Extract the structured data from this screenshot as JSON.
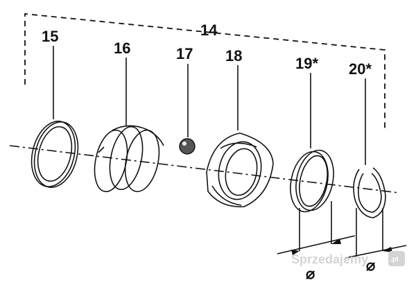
{
  "diagram": {
    "labels": {
      "group": "14",
      "p15": "15",
      "p16": "16",
      "p17": "17",
      "p18": "18",
      "p19": "19*",
      "p20": "20*"
    },
    "dimension_symbol": "⌀"
  },
  "watermark": {
    "text": "Sprzedajemy",
    "badge": ".pl"
  }
}
